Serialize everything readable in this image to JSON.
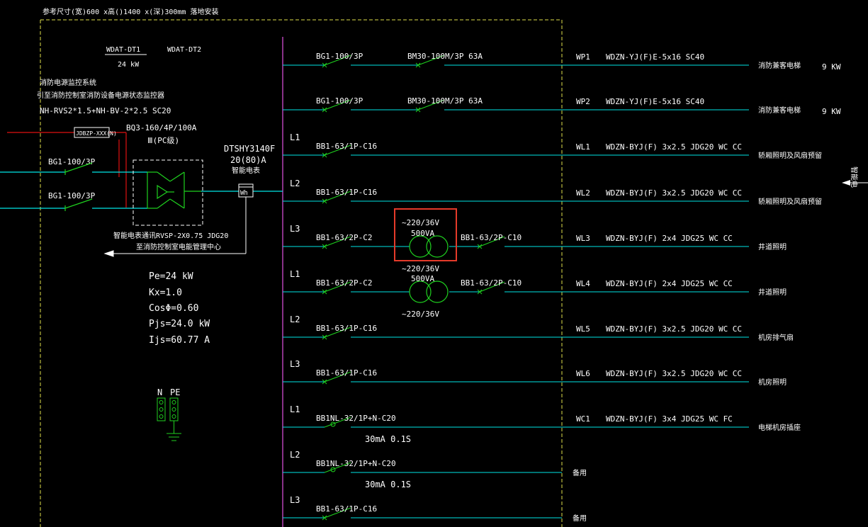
{
  "header": {
    "title": "参考尺寸(宽)600 x高()1400 x(深)300mm  落地安装"
  },
  "panel": {
    "id_left": "WDAT-DT1",
    "id_right": "WDAT-DT2",
    "power": "24 kW",
    "fire_title": "消防电源监控系统",
    "fire_sub": "引至消防控制室消防设备电源状态监控器",
    "fire_cable": "NH-RVS2*1.5+NH-BV-2*2.5  SC20",
    "sensor_box": "JDBZP-XXX(N)"
  },
  "incoming": {
    "breaker1": "BG1-100/3P",
    "breaker2": "BG1-100/3P",
    "ats": "BQ3-160/4P/100A",
    "ats_class": "Ⅲ(PC级)",
    "meter_model": "DTSHY3140F",
    "meter_rating": "20(80)A",
    "meter_label": "智能电表",
    "meter_symbol": "Wh",
    "meter_cable": "智能电表通讯RVSP-2X0.75 JDG20",
    "meter_dest": "至消防控制室电能管理中心"
  },
  "calc": {
    "pe": "Pe=24 kW",
    "kx": "Kx=1.0",
    "cos": "CosΦ=0.60",
    "pjs": "Pjs=24.0 kW",
    "ijs": "Ijs=60.77 A"
  },
  "terminals": {
    "n": "N",
    "pe": "PE"
  },
  "circuits": [
    {
      "phase": "",
      "breaker": "BG1-100/3P",
      "breaker2": "BM30-100M/3P 63A",
      "code": "WP1",
      "cable": "WDZN-YJ(F)E-5x16  SC40",
      "desc": "消防兼客电梯",
      "power": "9 KW"
    },
    {
      "phase": "",
      "breaker": "BG1-100/3P",
      "breaker2": "BM30-100M/3P 63A",
      "code": "WP2",
      "cable": "WDZN-YJ(F)E-5x16  SC40",
      "desc": "消防兼客电梯",
      "power": "9 KW"
    },
    {
      "phase": "L1",
      "breaker": "BB1-63/1P-C16",
      "code": "WL1",
      "cable": "WDZN-BYJ(F) 3x2.5  JDG20  WC  CC",
      "desc": "轿厢照明及风扇预留"
    },
    {
      "phase": "L2",
      "breaker": "BB1-63/1P-C16",
      "code": "WL2",
      "cable": "WDZN-BYJ(F) 3x2.5  JDG20  WC  CC",
      "desc": "轿厢照明及风扇预留"
    },
    {
      "phase": "L3",
      "breaker": "BB1-63/2P-C2",
      "breaker2": "BB1-63/2P-C10",
      "code": "WL3",
      "cable": "WDZN-BYJ(F) 2x4  JDG25  WC  CC",
      "desc": "井道照明"
    },
    {
      "phase": "L1",
      "breaker": "BB1-63/2P-C2",
      "breaker2": "BB1-63/2P-C10",
      "code": "WL4",
      "cable": "WDZN-BYJ(F) 2x4  JDG25  WC  CC",
      "desc": "井道照明"
    },
    {
      "phase": "L2",
      "breaker": "BB1-63/1P-C16",
      "code": "WL5",
      "cable": "WDZN-BYJ(F) 3x2.5  JDG20  WC  CC",
      "desc": "机房排气扇"
    },
    {
      "phase": "L3",
      "breaker": "BB1-63/1P-C16",
      "code": "WL6",
      "cable": "WDZN-BYJ(F) 3x2.5  JDG20  WC  CC",
      "desc": "机房照明"
    },
    {
      "phase": "L1",
      "breaker": "BB1NL-32/1P+N-C20",
      "rcd": "30mA 0.1S",
      "code": "WC1",
      "cable": "WDZN-BYJ(F) 3x4  JDG25  WC  FC",
      "desc": "电梯机房插座"
    },
    {
      "phase": "L2",
      "breaker": "BB1NL-32/1P+N-C20",
      "rcd": "30mA 0.1S",
      "code": "",
      "cable": "",
      "desc": "备用"
    },
    {
      "phase": "L3",
      "breaker": "BB1-63/1P-C16",
      "code": "",
      "cable": "",
      "desc": "备用"
    }
  ],
  "transformers": [
    {
      "above": "~220/36V",
      "rating": "500VA",
      "below": "~220/36V"
    },
    {
      "rating": "500VA",
      "below": "~220/36V"
    }
  ],
  "side_note": "智能电",
  "colors": {
    "cyan": "#00e5e5",
    "green": "#1fd11f",
    "white": "#ffffff",
    "yellow": "#e0e04a",
    "magenta": "#d24cd2",
    "red": "#e01010",
    "highlight": "#e53a2a"
  }
}
